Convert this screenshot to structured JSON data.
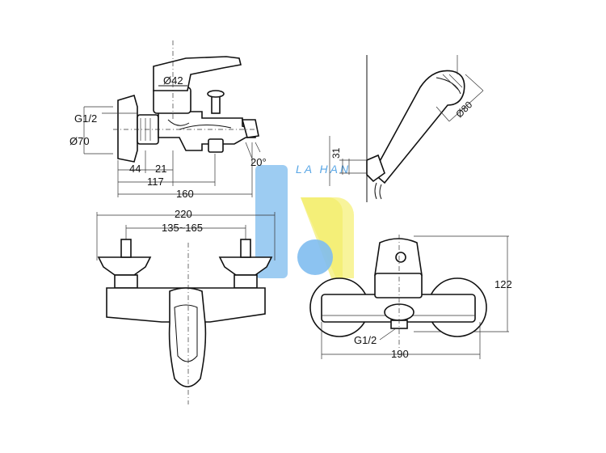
{
  "watermark": {
    "text": "LA HAN",
    "blue": "#5aa7e6",
    "yellow": "#f7f28a"
  },
  "side_view": {
    "thread": "G1/2",
    "flange_dia": "Ø70",
    "body_dia": "Ø42",
    "angle": "20°",
    "dim_44": "44",
    "dim_21": "21",
    "dim_117": "117",
    "dim_160": "160"
  },
  "front_view": {
    "overall": "220",
    "centers": "135~165"
  },
  "shower_view": {
    "head_dia": "Ø80",
    "bracket": "31"
  },
  "wall_view": {
    "height": "122",
    "width": "190",
    "thread": "G1/2"
  }
}
